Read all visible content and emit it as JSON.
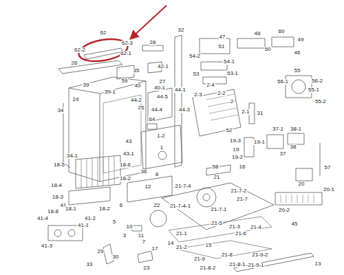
{
  "diagram": {
    "labels": [
      "62",
      "62-2",
      "62-3",
      "62-1",
      "32",
      "47",
      "51",
      "48",
      "60",
      "49",
      "50",
      "46",
      "28",
      "26",
      "59",
      "35",
      "42-1",
      "27",
      "54-2",
      "54-1",
      "53",
      "53-1",
      "39",
      "39-1",
      "40",
      "40-1",
      "44-1",
      "44-5",
      "2-4",
      "2-3",
      "2-2",
      "2",
      "2-1",
      "55",
      "56-2",
      "56-1",
      "55-1",
      "55-2",
      "24",
      "34",
      "44-2",
      "25",
      "44-4",
      "44-3",
      "64",
      "31",
      "52",
      "37-1",
      "38-1",
      "38",
      "37",
      "1-2",
      "43",
      "43-1",
      "1",
      "19-3",
      "19-1",
      "19",
      "19-2",
      "34-1",
      "18-5",
      "18-6",
      "36",
      "8",
      "58",
      "16",
      "57",
      "18-2",
      "21",
      "12",
      "18-4",
      "21-7-4",
      "21-7-2",
      "20",
      "20-1",
      "18-3",
      "21-7",
      "20-2",
      "41",
      "6",
      "22",
      "21-7-4-1",
      "18-1",
      "18-2",
      "18-8",
      "21-7-1",
      "41-4",
      "41-2",
      "41-1",
      "5",
      "45",
      "11",
      "21-5",
      "21-3",
      "21-4",
      "10",
      "3",
      "21-6",
      "7",
      "21-1",
      "41-3",
      "14",
      "21-2",
      "15",
      "17",
      "29",
      "21-9",
      "21-8",
      "21-9-2",
      "30",
      "13",
      "33",
      "21-8-1",
      "21-9-1",
      "21-8-2",
      "23"
    ]
  }
}
